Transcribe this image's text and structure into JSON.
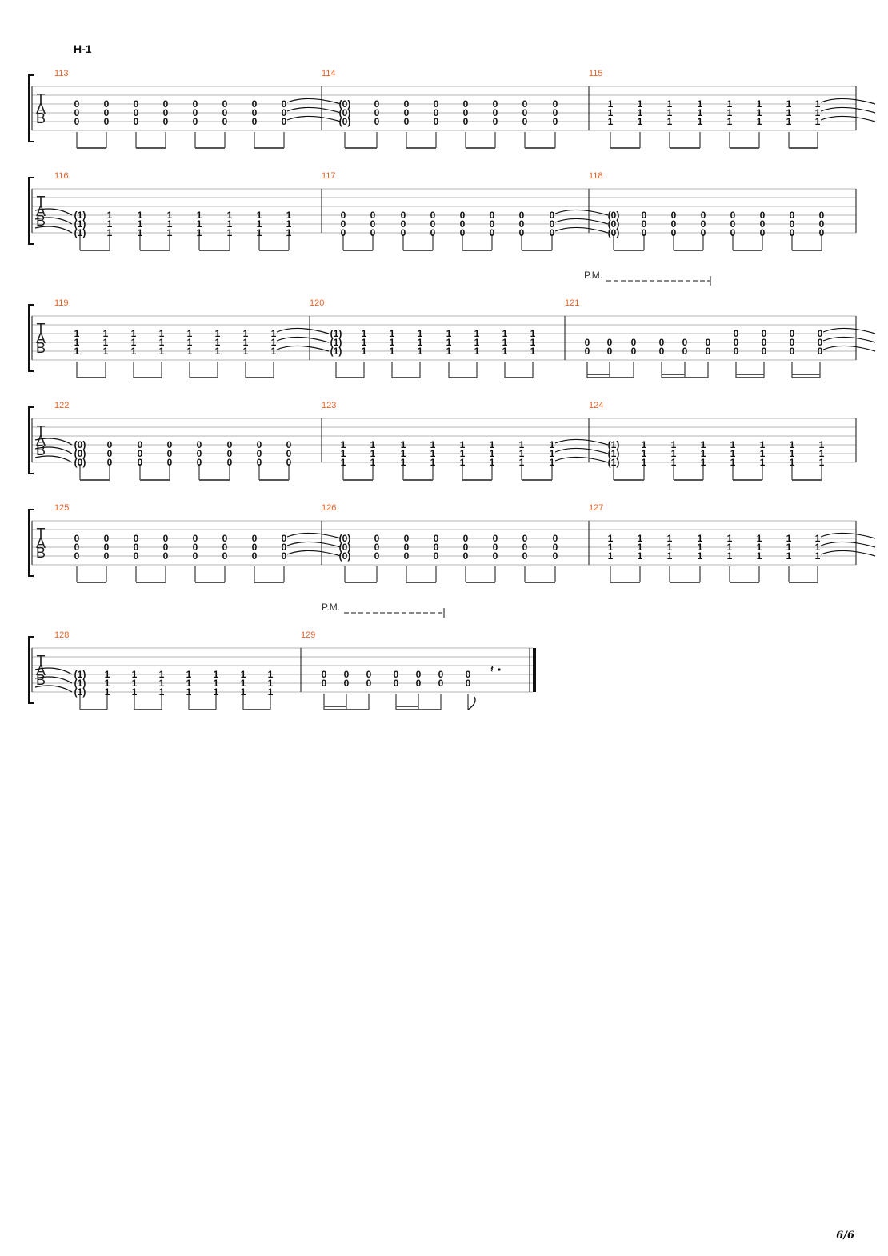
{
  "section_title": "H-1",
  "page_number": "6/6",
  "clef_letters": [
    "T",
    "A",
    "B"
  ],
  "palm_mute_label": "P.M.",
  "colors": {
    "measure_number": "#e8632a",
    "staff_line": "#9a9a9a",
    "ink": "#111111"
  },
  "systems": [
    {
      "measures": [
        {
          "number": "113",
          "top": [
            "0",
            "0",
            "0",
            "0",
            "0",
            "0",
            "0",
            "0"
          ],
          "mid": [
            "0",
            "0",
            "0",
            "0",
            "0",
            "0",
            "0",
            "0"
          ],
          "bot": [
            "0",
            "0",
            "0",
            "0",
            "0",
            "0",
            "0",
            "0"
          ],
          "tie_out": true
        },
        {
          "number": "114",
          "top": [
            "(0)",
            "0",
            "0",
            "0",
            "0",
            "0",
            "0",
            "0"
          ],
          "mid": [
            "(0)",
            "0",
            "0",
            "0",
            "0",
            "0",
            "0",
            "0"
          ],
          "bot": [
            "(0)",
            "0",
            "0",
            "0",
            "0",
            "0",
            "0",
            "0"
          ]
        },
        {
          "number": "115",
          "top": [
            "1",
            "1",
            "1",
            "1",
            "1",
            "1",
            "1",
            "1"
          ],
          "mid": [
            "1",
            "1",
            "1",
            "1",
            "1",
            "1",
            "1",
            "1"
          ],
          "bot": [
            "1",
            "1",
            "1",
            "1",
            "1",
            "1",
            "1",
            "1"
          ],
          "tie_out": true
        }
      ]
    },
    {
      "measures": [
        {
          "number": "116",
          "top": [],
          "mid": [
            "(1)",
            "1",
            "1",
            "1",
            "1",
            "1",
            "1",
            "1"
          ],
          "bot": [
            "(1)",
            "1",
            "1",
            "1",
            "1",
            "1",
            "1",
            "1"
          ],
          "low": [
            "(1)",
            "1",
            "1",
            "1",
            "1",
            "1",
            "1",
            "1"
          ],
          "tie_in": true
        },
        {
          "number": "117",
          "top": [],
          "mid": [
            "0",
            "0",
            "0",
            "0",
            "0",
            "0",
            "0",
            "0"
          ],
          "bot": [
            "0",
            "0",
            "0",
            "0",
            "0",
            "0",
            "0",
            "0"
          ],
          "low": [
            "0",
            "0",
            "0",
            "0",
            "0",
            "0",
            "0",
            "0"
          ],
          "tie_out": true
        },
        {
          "number": "118",
          "top": [],
          "mid": [
            "(0)",
            "0",
            "0",
            "0",
            "0",
            "0",
            "0",
            "0"
          ],
          "bot": [
            "(0)",
            "0",
            "0",
            "0",
            "0",
            "0",
            "0",
            "0"
          ],
          "low": [
            "(0)",
            "0",
            "0",
            "0",
            "0",
            "0",
            "0",
            "0"
          ]
        }
      ]
    },
    {
      "measures": [
        {
          "number": "119",
          "top": [
            "1",
            "1",
            "1",
            "1",
            "1",
            "1",
            "1",
            "1"
          ],
          "mid": [
            "1",
            "1",
            "1",
            "1",
            "1",
            "1",
            "1",
            "1"
          ],
          "bot": [
            "1",
            "1",
            "1",
            "1",
            "1",
            "1",
            "1",
            "1"
          ],
          "tie_out": true
        },
        {
          "number": "120",
          "top": [
            "(1)",
            "1",
            "1",
            "1",
            "1",
            "1",
            "1",
            "1"
          ],
          "mid": [
            "(1)",
            "1",
            "1",
            "1",
            "1",
            "1",
            "1",
            "1"
          ],
          "bot": [
            "(1)",
            "1",
            "1",
            "1",
            "1",
            "1",
            "1",
            "1"
          ]
        },
        {
          "number": "121",
          "pm": true,
          "top": [
            "",
            "",
            "",
            "",
            "",
            "",
            "0",
            "0",
            "0",
            "0"
          ],
          "mid": [
            "0",
            "0",
            "0",
            "0",
            "0",
            "0",
            "0",
            "0",
            "0",
            "0"
          ],
          "bot": [
            "0",
            "0",
            "0",
            "0",
            "0",
            "0",
            "0",
            "0",
            "0",
            "0"
          ],
          "tie_out": true
        }
      ]
    },
    {
      "measures": [
        {
          "number": "122",
          "top": [],
          "mid": [
            "(0)",
            "0",
            "0",
            "0",
            "0",
            "0",
            "0",
            "0"
          ],
          "bot": [
            "(0)",
            "0",
            "0",
            "0",
            "0",
            "0",
            "0",
            "0"
          ],
          "low": [
            "(0)",
            "0",
            "0",
            "0",
            "0",
            "0",
            "0",
            "0"
          ],
          "tie_in": true
        },
        {
          "number": "123",
          "top": [],
          "mid": [
            "1",
            "1",
            "1",
            "1",
            "1",
            "1",
            "1",
            "1"
          ],
          "bot": [
            "1",
            "1",
            "1",
            "1",
            "1",
            "1",
            "1",
            "1"
          ],
          "low": [
            "1",
            "1",
            "1",
            "1",
            "1",
            "1",
            "1",
            "1"
          ],
          "tie_out": true
        },
        {
          "number": "124",
          "top": [],
          "mid": [
            "(1)",
            "1",
            "1",
            "1",
            "1",
            "1",
            "1",
            "1"
          ],
          "bot": [
            "(1)",
            "1",
            "1",
            "1",
            "1",
            "1",
            "1",
            "1"
          ],
          "low": [
            "(1)",
            "1",
            "1",
            "1",
            "1",
            "1",
            "1",
            "1"
          ]
        }
      ]
    },
    {
      "measures": [
        {
          "number": "125",
          "top": [
            "0",
            "0",
            "0",
            "0",
            "0",
            "0",
            "0",
            "0"
          ],
          "mid": [
            "0",
            "0",
            "0",
            "0",
            "0",
            "0",
            "0",
            "0"
          ],
          "bot": [
            "0",
            "0",
            "0",
            "0",
            "0",
            "0",
            "0",
            "0"
          ],
          "tie_out": true
        },
        {
          "number": "126",
          "top": [
            "(0)",
            "0",
            "0",
            "0",
            "0",
            "0",
            "0",
            "0"
          ],
          "mid": [
            "(0)",
            "0",
            "0",
            "0",
            "0",
            "0",
            "0",
            "0"
          ],
          "bot": [
            "(0)",
            "0",
            "0",
            "0",
            "0",
            "0",
            "0",
            "0"
          ]
        },
        {
          "number": "127",
          "top": [
            "1",
            "1",
            "1",
            "1",
            "1",
            "1",
            "1",
            "1"
          ],
          "mid": [
            "1",
            "1",
            "1",
            "1",
            "1",
            "1",
            "1",
            "1"
          ],
          "bot": [
            "1",
            "1",
            "1",
            "1",
            "1",
            "1",
            "1",
            "1"
          ],
          "tie_out": true
        }
      ]
    },
    {
      "measures": [
        {
          "number": "128",
          "top": [
            "(1)",
            "1",
            "1",
            "1",
            "1",
            "1",
            "1",
            "1"
          ],
          "mid": [
            "(1)",
            "1",
            "1",
            "1",
            "1",
            "1",
            "1",
            "1"
          ],
          "bot": [
            "(1)",
            "1",
            "1",
            "1",
            "1",
            "1",
            "1",
            "1"
          ],
          "tie_in": true
        },
        {
          "number": "129",
          "pm": true,
          "mid": [
            "0",
            "0",
            "0",
            "0",
            "0",
            "0",
            "0"
          ],
          "bot": [
            "0",
            "0",
            "0",
            "0",
            "0",
            "0",
            "0"
          ],
          "rest": "𝄽."
        }
      ]
    }
  ]
}
